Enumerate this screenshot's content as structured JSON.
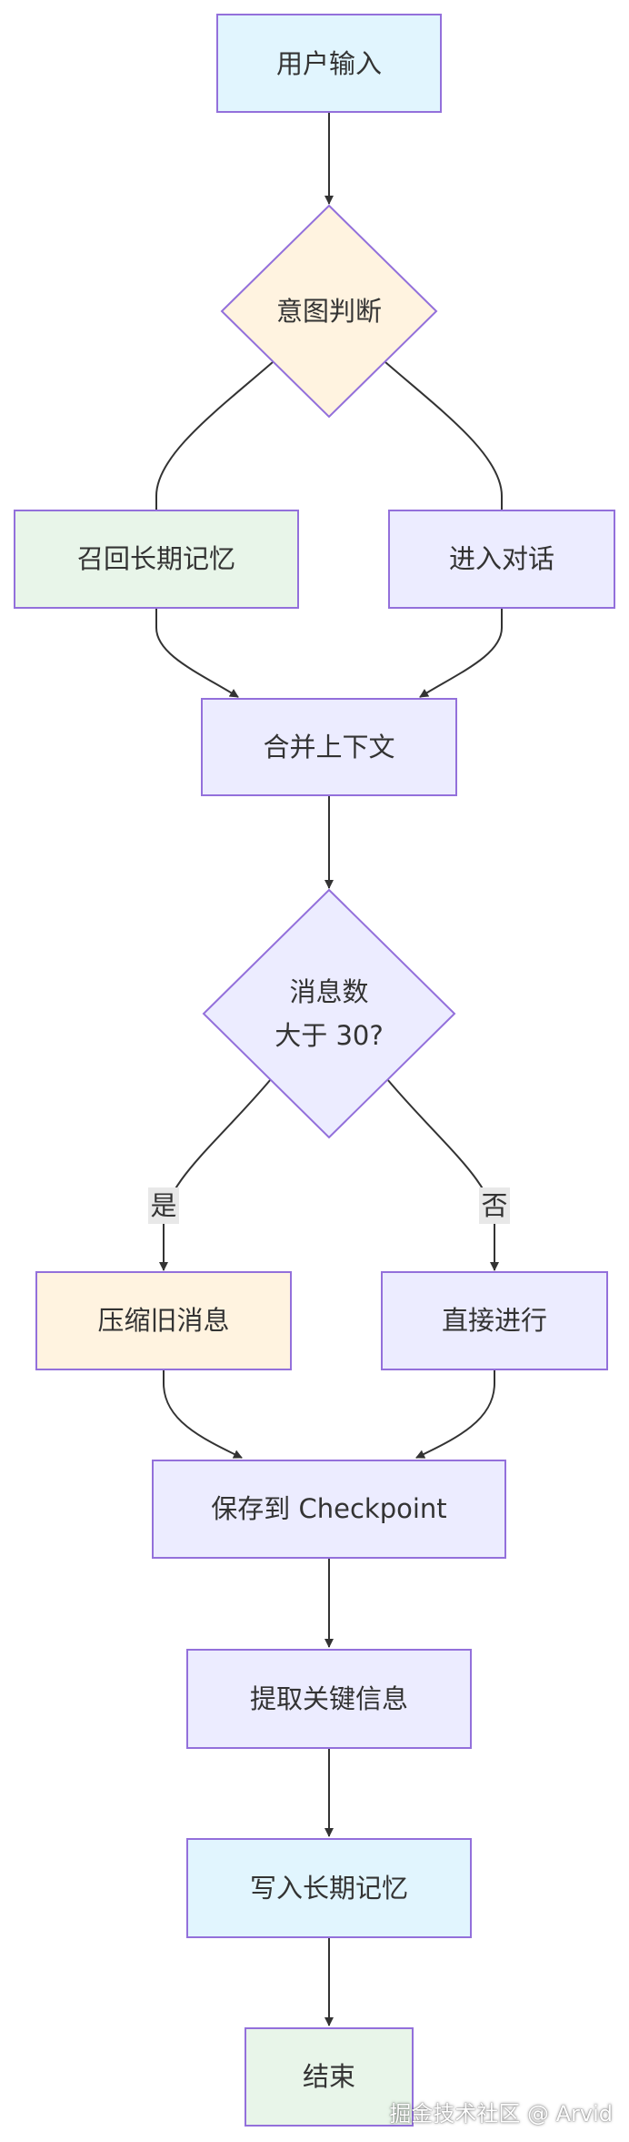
{
  "colors": {
    "stroke": "#9370DB",
    "edge": "#333333",
    "label_bg": "#e8e8e8",
    "blue_fill": "#e1f5fe",
    "yellow_fill": "#fff3e0",
    "green_fill": "#e8f5e9",
    "purple_fill": "#ececff"
  },
  "nodes": {
    "user_input": "用户输入",
    "intent": "意图判断",
    "recall": "召回长期记忆",
    "chat": "进入对话",
    "merge": "合并上下文",
    "count_line1": "消息数",
    "count_line2": "大于 30?",
    "compress": "压缩旧消息",
    "direct": "直接进行",
    "save": "保存到 Checkpoint",
    "extract": "提取关键信息",
    "write": "写入长期记忆",
    "end": "结束"
  },
  "edge_labels": {
    "yes": "是",
    "no": "否"
  },
  "watermark": "掘金技术社区 @ Arvid"
}
